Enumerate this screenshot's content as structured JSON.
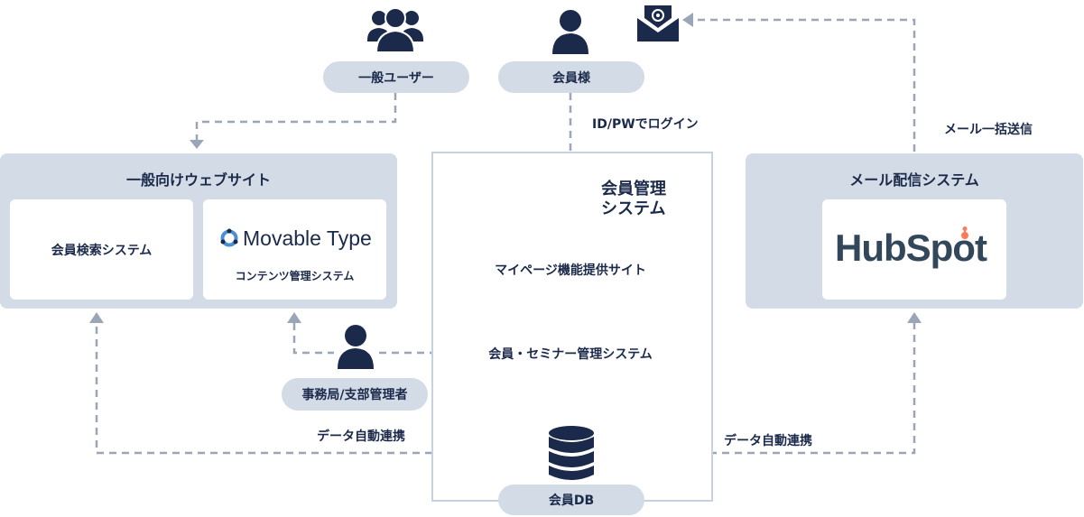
{
  "top": {
    "general_user": "一般ユーザー",
    "member": "会員様",
    "login_label": "ID/PWでログイン",
    "bulk_mail_label": "メール一括送信"
  },
  "website": {
    "title": "一般向けウェブサイト",
    "member_search": "会員検索システム",
    "mt_logo": "Movable Type",
    "mt_caption": "コンテンツ管理システム"
  },
  "mgmt": {
    "title_line1": "会員管理",
    "title_line2": "システム",
    "mypage": "マイページ機能提供サイト",
    "seminar": "会員・セミナー管理システム",
    "db": "会員DB"
  },
  "mail": {
    "title": "メール配信システム",
    "hubspot": "HubSpot"
  },
  "office": {
    "label": "事務局/支部管理者"
  },
  "sync": {
    "left": "データ自動連携",
    "right": "データ自動連携"
  },
  "colors": {
    "navy": "#1b2a4a",
    "panel": "#d3dbe6",
    "dashed": "#9aa6b8",
    "hubspot_orange": "#ff7a59",
    "mt_blue": "#4a8fd4"
  }
}
